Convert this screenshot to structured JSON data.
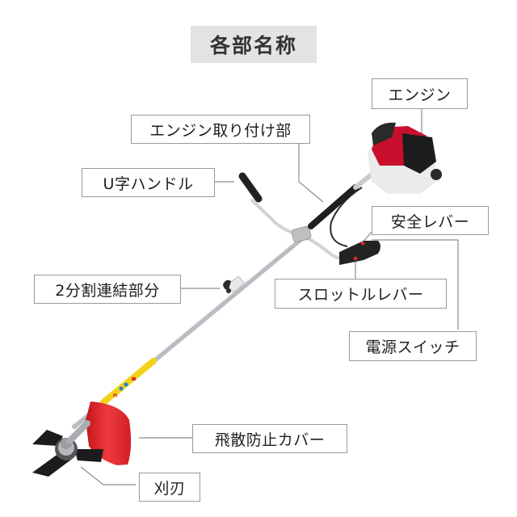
{
  "title": "各部名称",
  "labels": {
    "engine": "エンジン",
    "engine_mount": "エンジン取り付け部",
    "u_handle": "U字ハンドル",
    "safety_lever": "安全レバー",
    "split_joint": "2分割連結部分",
    "throttle_lever": "スロットルレバー",
    "power_switch": "電源スイッチ",
    "debris_guard": "飛散防止カバー",
    "blade": "刈刃"
  },
  "colors": {
    "title_bg": "#e3e3e3",
    "label_border": "#9a9a9a",
    "leader_line": "#8c8c8c",
    "engine_red": "#c8102e",
    "guard_red": "#e8282e",
    "shaft_yellow": "#f3d21b",
    "shaft_silver": "#c9ccd0",
    "grip_black": "#222222"
  }
}
